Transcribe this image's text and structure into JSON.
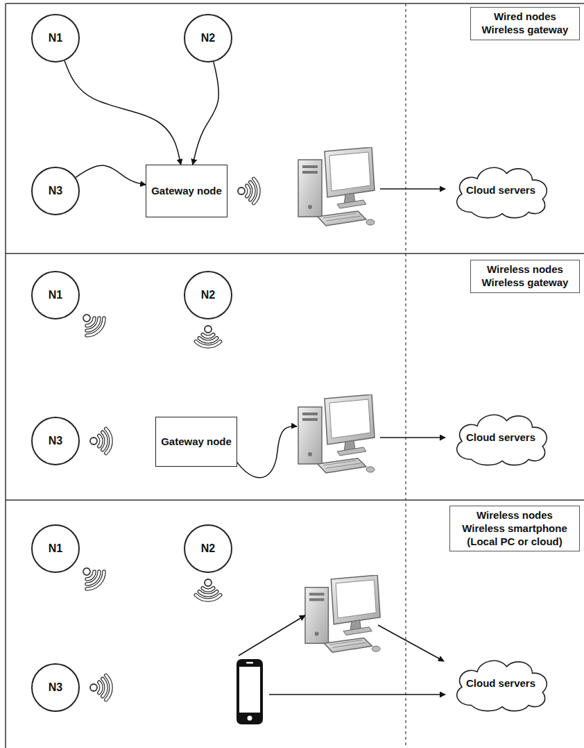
{
  "diagram": {
    "nodes": [
      {
        "text": [
          "N1"
        ]
      },
      {
        "text": [
          "N2"
        ]
      },
      {
        "text": [
          "Wired nodes Wireless gateway"
        ]
      },
      {
        "text": [
          "N3"
        ]
      },
      {
        "text": [
          "Gateway node"
        ]
      },
      {
        "text": [
          "Cloud servers"
        ]
      },
      {
        "text": [
          "N1"
        ]
      },
      {
        "text": [
          "N2"
        ]
      },
      {
        "text": [
          "Wireless nodes Wireless gateway"
        ]
      },
      {
        "text": [
          "N3"
        ]
      },
      {
        "text": [
          "Gateway node"
        ]
      },
      {
        "text": [
          "Cloud servers"
        ]
      },
      {
        "text": [
          "N1"
        ]
      },
      {
        "text": [
          "N2"
        ]
      },
      {
        "text": [
          "Wireless nodes Wireless smartphone (Local PC or cloud)"
        ]
      },
      {
        "text": [
          "N3"
        ]
      },
      {
        "text": [
          "Cloud servers"
        ]
      }
    ],
    "edges": [
      {
        "from": 0,
        "to": 4,
        "arrow": "to"
      },
      {
        "from": 1,
        "to": 4,
        "arrow": "to"
      },
      {
        "from": 3,
        "to": 4,
        "arrow": "to"
      }
    ]
  }
}
